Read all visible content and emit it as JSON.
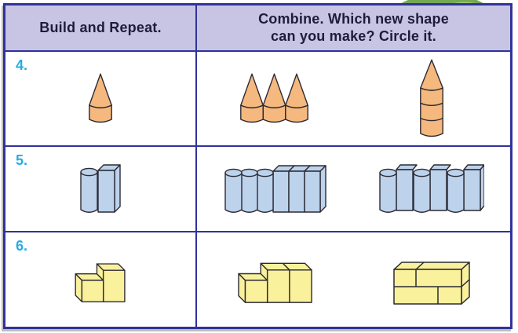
{
  "colors": {
    "table_border": "#31329b",
    "header_bg": "#c7c5e3",
    "header_text": "#1e1c3a",
    "row_number_blue": "#29abe2",
    "orange_shape": "#f5b87e",
    "blue_shape": "#bdd2eb",
    "yellow_shape": "#faf19c",
    "shape_outline": "#2b2a33",
    "leaf_green_dark": "#74a855",
    "leaf_green_light": "#9cc96b"
  },
  "decoration": {
    "leaf_description": "green shape peeking over the top edge of the table"
  },
  "table": {
    "columns": [
      {
        "label": "Build and Repeat."
      },
      {
        "label": "Combine. Which new shape\ncan you make? Circle it."
      }
    ],
    "rows": [
      {
        "number": "4.",
        "build_description": "one orange cone stacked on top of a cylinder",
        "options": [
          {
            "description": "three cones on cylinders standing side by side in a row"
          },
          {
            "description": "a tall tower of three stacked cylinders topped with a cone"
          }
        ]
      },
      {
        "number": "5.",
        "build_description": "one blue cylinder standing next to one blue rectangular prism",
        "options": [
          {
            "description": "three cylinders followed by three rectangular prisms in a row"
          },
          {
            "description": "cylinders and rectangular prisms alternating in a row"
          }
        ]
      },
      {
        "number": "6.",
        "build_description": "one yellow cube in front of a taller rectangular prism forming a step",
        "options": [
          {
            "description": "a step shape made of one cube and two tall rectangular prisms"
          },
          {
            "description": "a large rectangular prism built from four bricks"
          }
        ]
      }
    ]
  }
}
